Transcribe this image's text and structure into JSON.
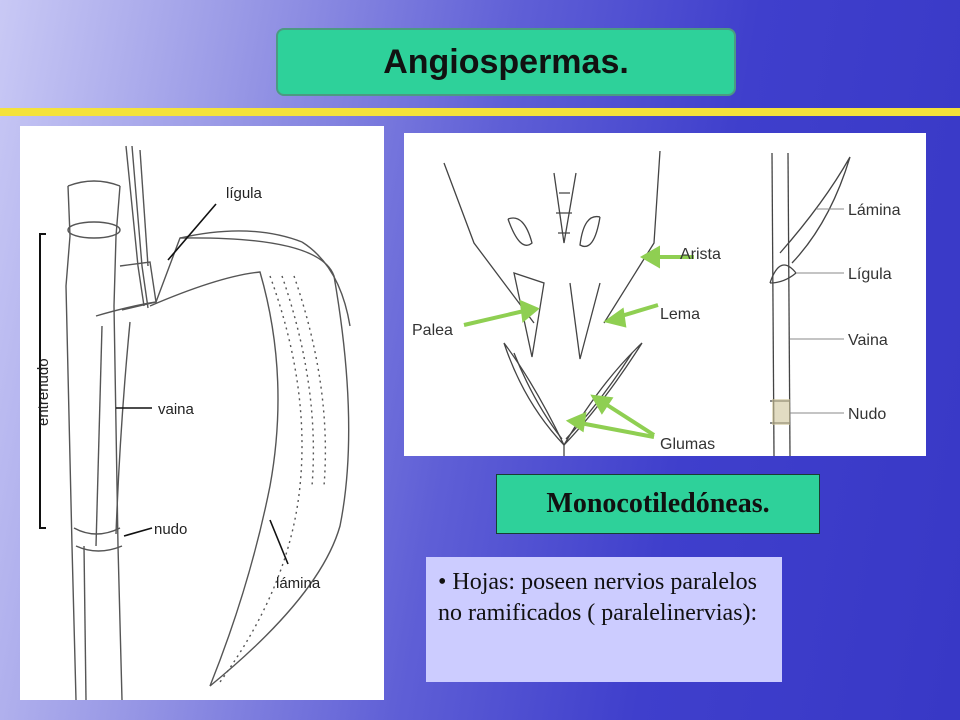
{
  "title": "Angiospermas.",
  "left_labels": {
    "ligula": "lígula",
    "vaina": "vaina",
    "nudo": "nudo",
    "lamina": "lámina",
    "entrenudo": "entrenudo"
  },
  "spikelet_labels": {
    "arista": "Arista",
    "lema": "Lema",
    "palea": "Palea",
    "glumas": "Glumas"
  },
  "leaf_labels": {
    "lamina": "Lámina",
    "ligula": "Lígula",
    "vaina": "Vaina",
    "nudo": "Nudo"
  },
  "subtitle": "Monocotiledóneas.",
  "bullet_text": "• Hojas: poseen nervios paralelos  no ramificados ( paralelinervias):"
}
